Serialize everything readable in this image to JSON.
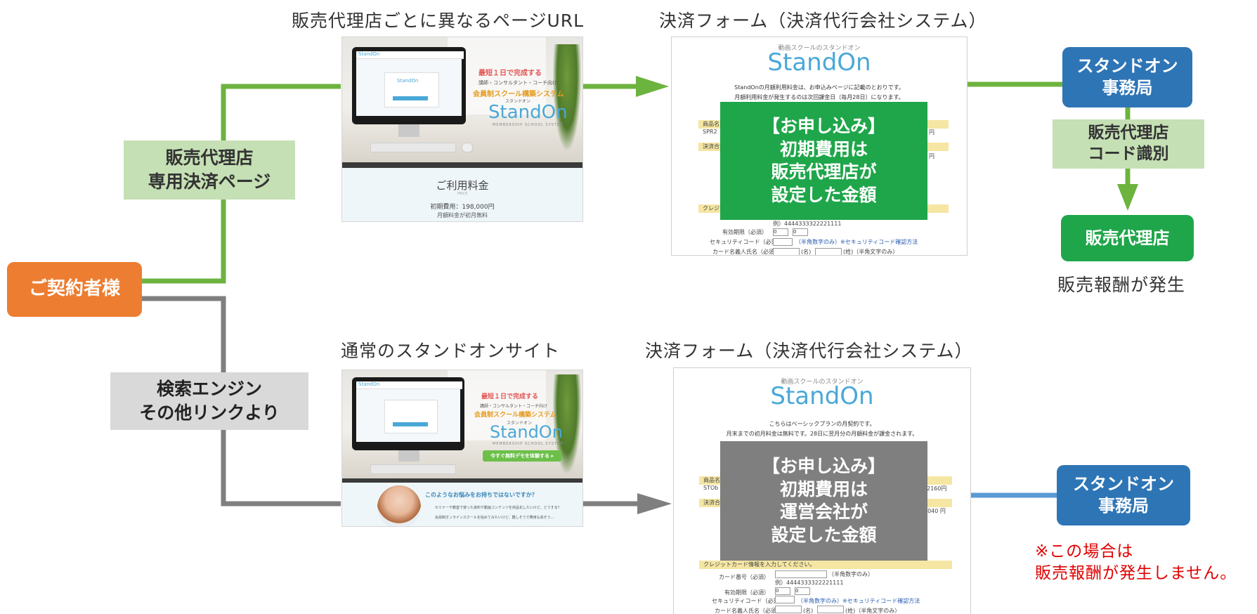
{
  "colors": {
    "green_line": "#6db33f",
    "gray_line": "#7f7f7f",
    "blue_line": "#5b9bd5",
    "orange": "#ed7d31",
    "blue_box": "#2e75b6",
    "green_box": "#1fa64a",
    "light_green": "#c5e0b4",
    "light_gray": "#d9d9d9",
    "overlay_gray": "#7f7f7f",
    "note_red": "#e00000"
  },
  "contractor": "ご契約者様",
  "top": {
    "left_label": "販売代理店\n専用決済ページ",
    "page_caption": "販売代理店ごとに異なるページURL",
    "form_caption": "決済フォーム（決済代行会社システム）",
    "overlay": "【お申し込み】\n初期費用は\n販売代理店が\n設定した金額",
    "office": "スタンドオン\n事務局",
    "code_label": "販売代理店\nコード識別",
    "agency": "販売代理店",
    "reward": "販売報酬が発生"
  },
  "bottom": {
    "left_label": "検索エンジン\nその他リンクより",
    "page_caption": "通常のスタンドオンサイト",
    "form_caption": "決済フォーム（決済代行会社システム）",
    "overlay": "【お申し込み】\n初期費用は\n運営会社が\n設定した金額",
    "office": "スタンドオン\n事務局",
    "note": "※この場合は\n販売報酬が発生しません。"
  },
  "site_top": {
    "hero_small": "最短１日で完成する",
    "hero_mid": "講師・コンサルタント・コーチ向け",
    "hero_main": "会員制スクール構築システム",
    "kana": "スタンドオン",
    "logo": "StandOn",
    "sub": "MEMBERSHIP SCHOOL SYSTEM",
    "price_title": "ご利用料金",
    "price_en": "PRICE",
    "price_line": "初期費用：198,000円",
    "price_line2": "月額料金が初月無料"
  },
  "site_bottom": {
    "hero_small": "最短１日で完成する",
    "hero_mid": "講師・コンサルタント・コーチ向け",
    "hero_main": "会員制スクール構築システム",
    "kana": "スタンドオン",
    "logo": "StandOn",
    "sub": "MEMBERSHIP SCHOOL SYSTEM",
    "cta": "今すぐ無料デモを体験する ▸",
    "question": "このようなお悩みをお持ちではないですか？",
    "item1": "セミナーや教室で使った資料や動画コンテンツを商品化したいけど、どうする？",
    "item2": "会員制オンラインスクールを始めてみたいけど、難しそうで費用も高そう…"
  },
  "form_top": {
    "tagline": "動画スクールのスタンドオン",
    "logo": "StandOn",
    "line1": "StandOnの月額利用料金は、お申込みページに記載のとおりです。",
    "line2": "月額利用料金が発生するのは次回課金日（毎月28日）になります。",
    "prod": "商品名",
    "prod_code": "SPR2",
    "amount": "円",
    "settle": "決済合計",
    "card_hdr": "クレジット",
    "card_no_ex": "例）4444333322221111",
    "exp_label": "有効期限（必須）",
    "exp_val": "0",
    "exp_val2": "0",
    "sec_label": "セキュリティコード（必須）",
    "sec_note": "（半角数字のみ）※セキュリティコード確認方法",
    "name_label": "カード名義人氏名（必須）",
    "name_first": "(名)",
    "name_last": "(姓)（半角文字のみ）"
  },
  "form_bottom": {
    "tagline": "動画スクールのスタンドオン",
    "logo": "StandOn",
    "line1": "こちらはベーシックプランの月契約です。",
    "line2": "月末までの初月料金は無料です。28日に翌月分の月額料金が課金されます。",
    "prod": "商品名",
    "prod_code": "STOb",
    "amount": "2160円",
    "settle": "決済合計",
    "settle_amount": "1040 円",
    "card_hdr": "クレジットカード情報を入力してください。",
    "card_no_label": "カード番号（必須）",
    "card_no_note": "（半角数字のみ）",
    "card_no_ex": "例）4444333322221111",
    "exp_label": "有効期限（必須）",
    "exp_val": "0",
    "exp_val2": "0",
    "sec_label": "セキュリティコード（必須）",
    "sec_note": "（半角数字のみ）※セキュリティコード確認方法",
    "name_label": "カード名義人氏名（必須）",
    "name_first": "(名)",
    "name_last": "(姓)（半角文字のみ）"
  }
}
